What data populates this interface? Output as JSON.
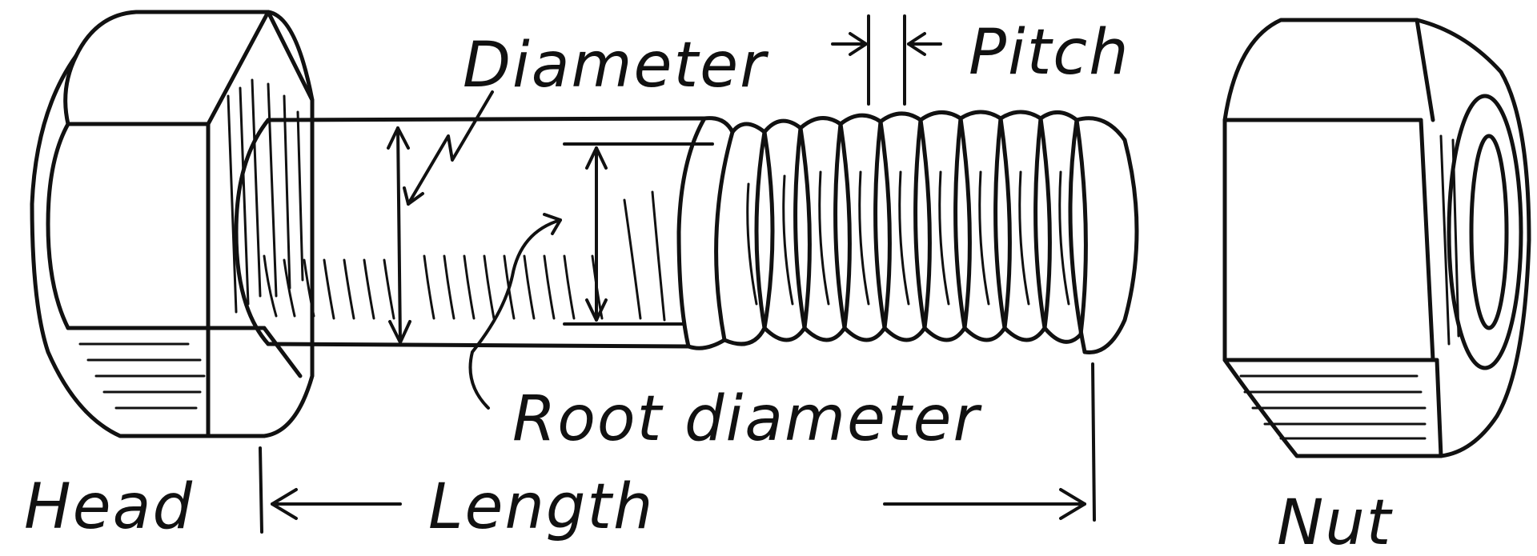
{
  "diagram": {
    "labels": {
      "diameter": "Diameter",
      "pitch": "Pitch",
      "root_diameter": "Root diameter",
      "head": "Head",
      "length": "Length",
      "nut": "Nut"
    },
    "colors": {
      "ink": "#111111",
      "paper": "#ffffff"
    }
  }
}
